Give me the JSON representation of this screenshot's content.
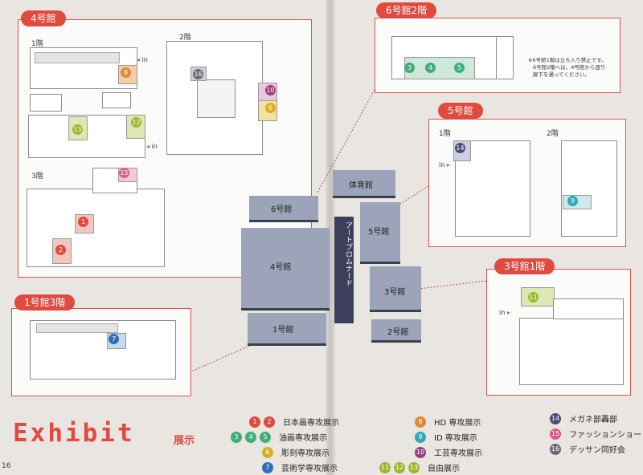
{
  "page_number": "16",
  "exhibit_title": "Exhibit",
  "exhibit_subtitle": "展示",
  "in_label": "in",
  "panels": {
    "bldg4": {
      "title": "4号館",
      "floor1": "1階",
      "floor2": "2階",
      "floor3": "3階"
    },
    "bldg6": {
      "title": "6号館2階",
      "note": [
        "※6号館1階は立ち入り禁止です。",
        "6号館2階へは、4号館から渡り",
        "廊下を通ってください。"
      ]
    },
    "bldg5": {
      "title": "5号館",
      "floor1": "1階",
      "floor2": "2階"
    },
    "bldg3": {
      "title": "3号館1階"
    },
    "bldg1": {
      "title": "1号館3階"
    }
  },
  "campus": {
    "gym": "体育館",
    "b6": "6号館",
    "b5": "5号館",
    "b4": "4号館",
    "b3": "3号館",
    "b2": "2号館",
    "b1": "1号館",
    "promenade": "アートプロムナード"
  },
  "colors": {
    "red": "#e04a3f",
    "green": "#3fae7a",
    "gold": "#d6b01f",
    "blue": "#2f6fb5",
    "orange": "#e3873a",
    "teal": "#33a6b8",
    "purple": "#9a3f7a",
    "olive": "#9cb82e",
    "navy": "#4a4f7a",
    "pink": "#e05a8a",
    "gray": "#6b6b78"
  },
  "legend": [
    {
      "nums": [
        "1",
        "2"
      ],
      "color": "#e04a3f",
      "label": "日本画専攻展示"
    },
    {
      "nums": [
        "3",
        "4",
        "5"
      ],
      "color": "#3fae7a",
      "label": "油画専攻展示"
    },
    {
      "nums": [
        "6"
      ],
      "color": "#d6b01f",
      "label": "彫刻専攻展示"
    },
    {
      "nums": [
        "7"
      ],
      "color": "#2f6fb5",
      "label": "芸術学専攻展示"
    },
    {
      "nums": [
        "8"
      ],
      "color": "#e3873a",
      "label": "HD 専攻展示"
    },
    {
      "nums": [
        "9"
      ],
      "color": "#33a6b8",
      "label": "ID 専攻展示"
    },
    {
      "nums": [
        "10"
      ],
      "color": "#9a3f7a",
      "label": "工芸専攻展示"
    },
    {
      "nums": [
        "11",
        "12",
        "13"
      ],
      "color": "#9cb82e",
      "label": "自由展示"
    },
    {
      "nums": [
        "14"
      ],
      "color": "#4a4f7a",
      "label": "メガネ部轟部"
    },
    {
      "nums": [
        "15"
      ],
      "color": "#e05a8a",
      "label": "ファッションショー"
    },
    {
      "nums": [
        "16"
      ],
      "color": "#6b6b78",
      "label": "デッサン同好会"
    }
  ],
  "rooms": [
    {
      "num": "1",
      "color": "#e04a3f"
    },
    {
      "num": "2",
      "color": "#e04a3f"
    },
    {
      "num": "3",
      "color": "#3fae7a"
    },
    {
      "num": "4",
      "color": "#3fae7a"
    },
    {
      "num": "5",
      "color": "#3fae7a"
    },
    {
      "num": "6",
      "color": "#d6b01f"
    },
    {
      "num": "7",
      "color": "#2f6fb5"
    },
    {
      "num": "8",
      "color": "#e3873a"
    },
    {
      "num": "9",
      "color": "#33a6b8"
    },
    {
      "num": "10",
      "color": "#9a3f7a"
    },
    {
      "num": "11",
      "color": "#9cb82e"
    },
    {
      "num": "12",
      "color": "#9cb82e"
    },
    {
      "num": "13",
      "color": "#9cb82e"
    },
    {
      "num": "14",
      "color": "#4a4f7a"
    },
    {
      "num": "15",
      "color": "#e05a8a"
    },
    {
      "num": "16",
      "color": "#6b6b78"
    }
  ]
}
